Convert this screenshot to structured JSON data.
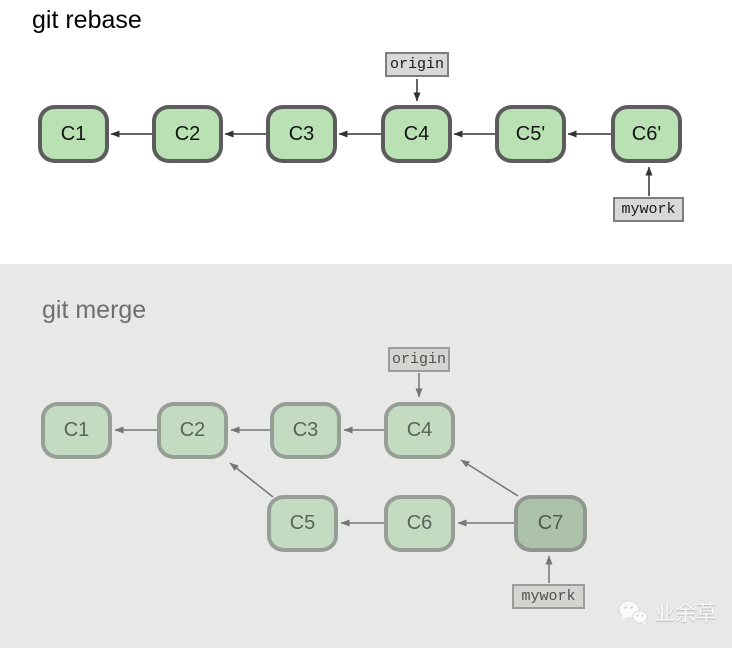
{
  "rebase": {
    "title": "git rebase",
    "commits": [
      "C1",
      "C2",
      "C3",
      "C4",
      "C5'",
      "C6'"
    ],
    "origin_ref": "origin",
    "mywork_ref": "mywork"
  },
  "merge": {
    "title": "git merge",
    "main_commits": [
      "C1",
      "C2",
      "C3",
      "C4"
    ],
    "branch_commits": [
      "C5",
      "C6",
      "C7"
    ],
    "merge_commit": "C7",
    "origin_ref": "origin",
    "mywork_ref": "mywork"
  },
  "watermark": {
    "text": "业余草",
    "icon": "wechat-icon"
  },
  "colors": {
    "rebase_node_fill": "#b9e1b4",
    "rebase_node_border": "#5c5c5c",
    "rebase_arrow": "#333333",
    "merge_node_fill": "#c3dcc1",
    "merge_node_border": "#969e96",
    "merge_commit_fill": "#adc2aa",
    "merge_commit_border": "#8f978f",
    "merge_arrow": "#767676",
    "merge_section_bg": "#e8e8e6",
    "ref_label_fill": "#d8d8d8"
  }
}
